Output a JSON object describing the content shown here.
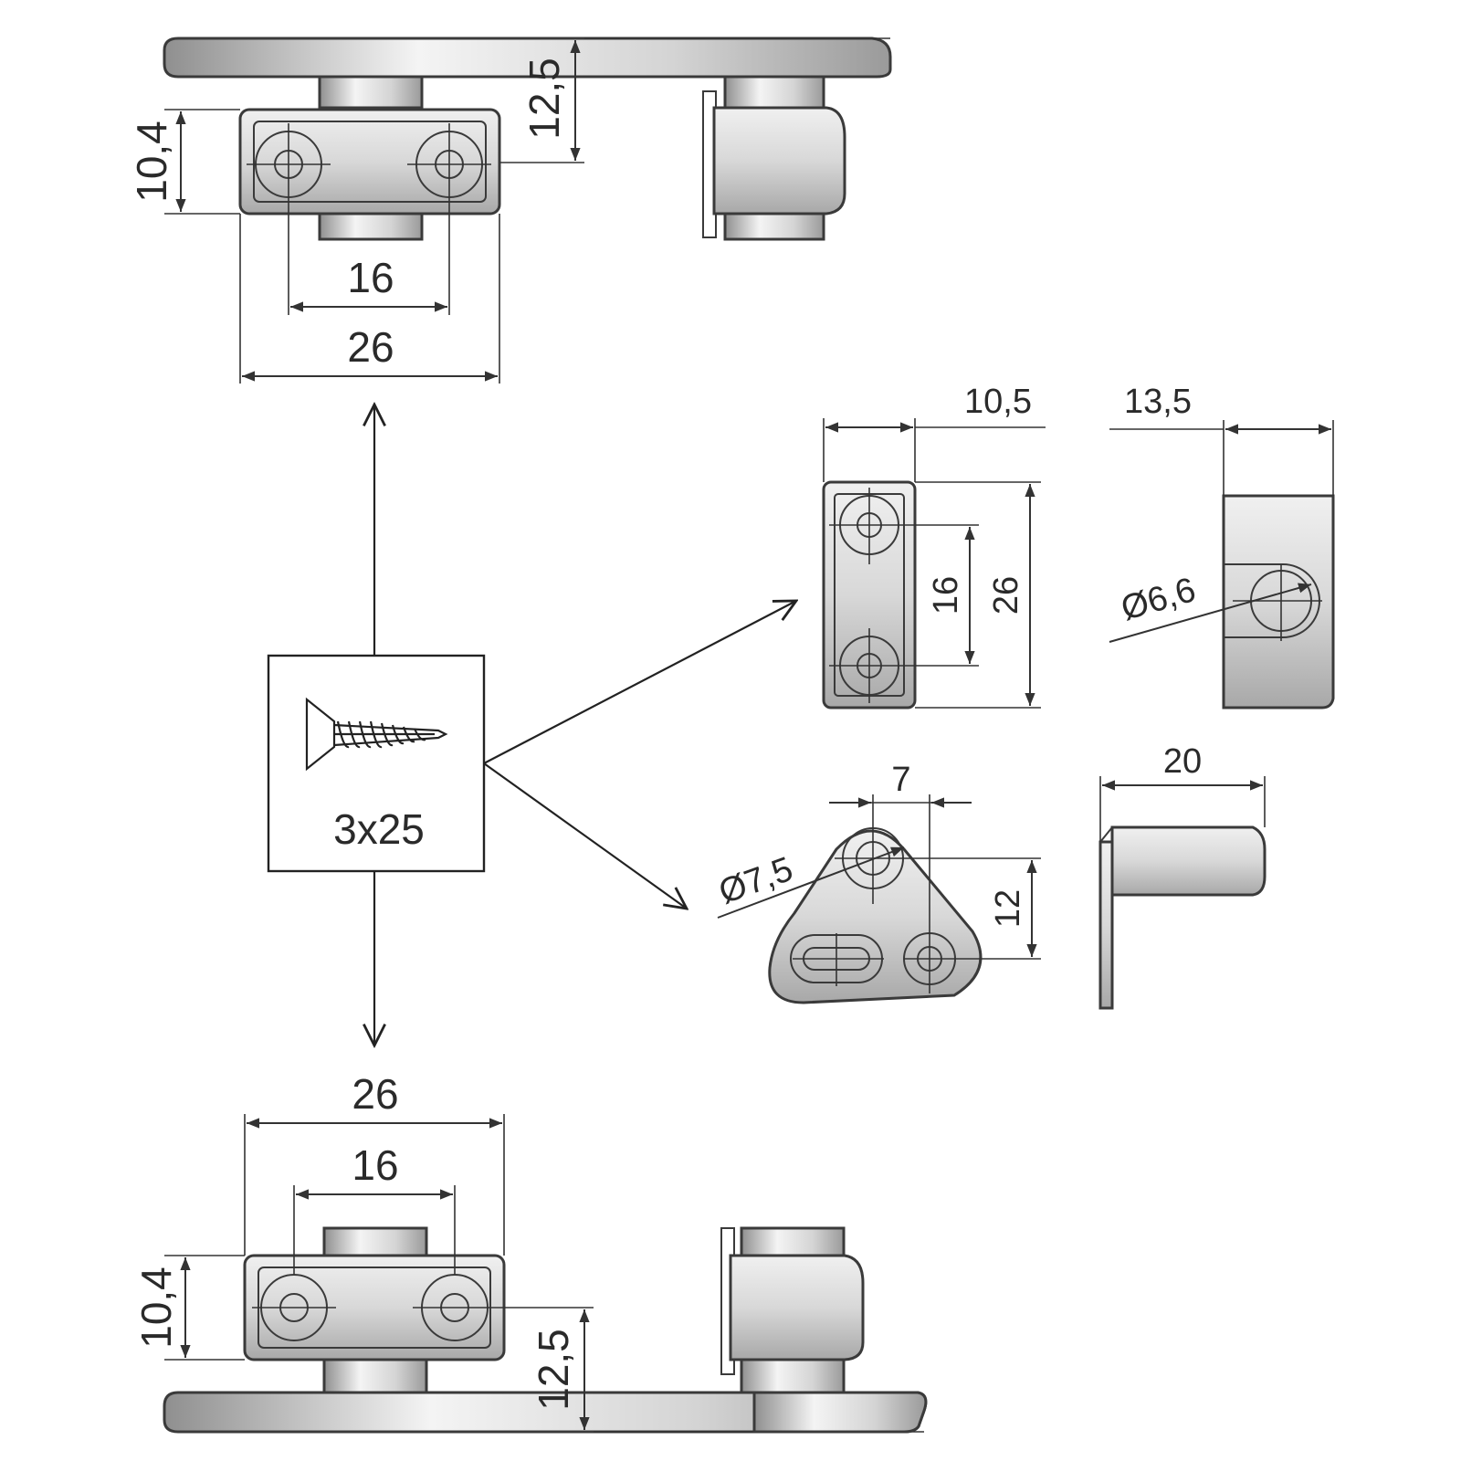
{
  "drawing": {
    "top_view": {
      "dim_height": "10,4",
      "dim_side": "12,5",
      "dim_holes": "16",
      "dim_width": "26"
    },
    "bottom_view": {
      "dim_height": "10,4",
      "dim_side": "12,5",
      "dim_holes": "16",
      "dim_width": "26"
    },
    "screw_box": {
      "label": "3x25"
    },
    "right_upper": {
      "dim_top_left": "10,5",
      "dim_top_right": "13,5",
      "dim_holes": "16",
      "dim_length": "26",
      "dim_diameter": "Ø6,6"
    },
    "right_lower": {
      "dim_offset": "7",
      "dim_diameter": "Ø7,5",
      "dim_height": "12",
      "dim_pin": "20"
    },
    "colors": {
      "line": "#333333",
      "part_fill": "#d9d9d9",
      "part_light": "#f2f2f2",
      "part_dark": "#9a9a9a"
    }
  }
}
